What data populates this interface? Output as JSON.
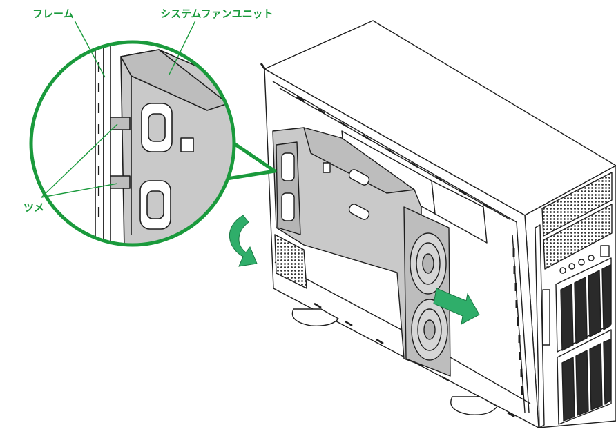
{
  "labels": {
    "frame": "フレーム",
    "fan_unit": "システムファンユニット",
    "tab": "ツメ"
  },
  "colors": {
    "accent": "#1a9a3c",
    "arrow": "#2fae6a",
    "fan_unit_fill": "#c9c9c9",
    "chassis_fill": "#ffffff",
    "line": "#1e1e1e"
  }
}
